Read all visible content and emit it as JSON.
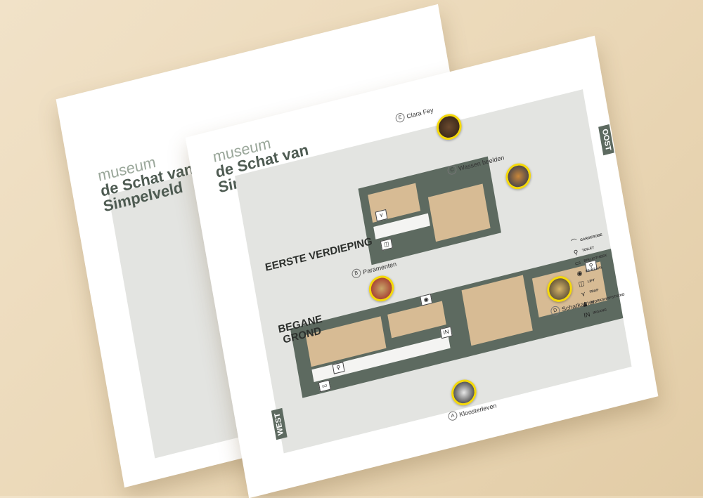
{
  "museum": {
    "line1": "museum",
    "line2": "de Schat van",
    "line3": "Simpelveld"
  },
  "floors": {
    "upper": "EERSTE VERDIEPING",
    "ground": "BEGANE GROND"
  },
  "compass": {
    "east": "OOST",
    "west": "WEST"
  },
  "rooms": [
    {
      "letter": "E",
      "name": "Clara Fey"
    },
    {
      "letter": "C",
      "name": "Wassen beelden"
    },
    {
      "letter": "B",
      "name": "Paramenten"
    },
    {
      "letter": "D",
      "name": "Schatkamer"
    },
    {
      "letter": "A",
      "name": "Kloosterleven"
    }
  ],
  "legend": [
    {
      "icon": "coat-hanger-icon",
      "label": "GARDEROBE"
    },
    {
      "icon": "toilet-icon",
      "label": "TOILET"
    },
    {
      "icon": "book-icon",
      "label": "BIBLIOTHEEK"
    },
    {
      "icon": "film-camera-icon",
      "label": "FILMZAAL"
    },
    {
      "icon": "lift-icon",
      "label": "LIFT"
    },
    {
      "icon": "stairs-icon",
      "label": "TRAP"
    },
    {
      "icon": "workshop-icon",
      "label": "WORKSHOPSTUDIO"
    },
    {
      "icon": "entrance-icon",
      "label": "INGANG"
    }
  ],
  "colors": {
    "room": "#d7bb94",
    "wall": "#5d6a60",
    "highlight": "#f0d30a",
    "map_bg": "#e3e4e1"
  }
}
